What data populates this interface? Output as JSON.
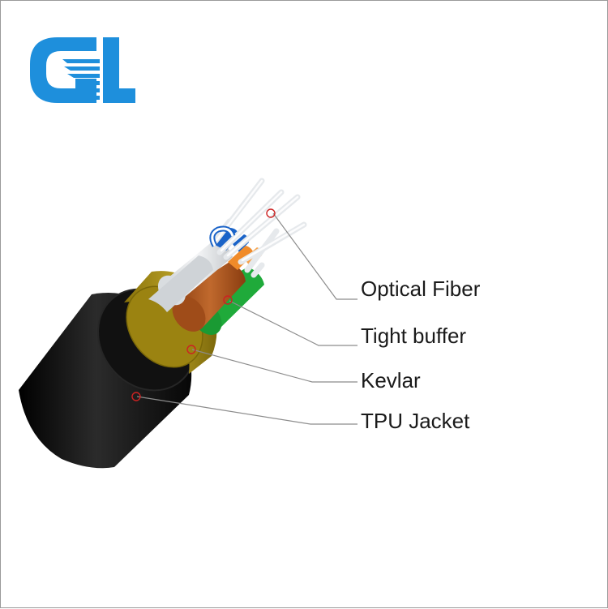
{
  "logo": {
    "name": "brand-logo",
    "colors": {
      "primary": "#1e8fdc"
    }
  },
  "callouts": [
    {
      "id": "optical-fiber",
      "label": "Optical Fiber"
    },
    {
      "id": "tight-buffer",
      "label": "Tight buffer"
    },
    {
      "id": "kevlar",
      "label": "Kevlar"
    },
    {
      "id": "tpu-jacket",
      "label": "TPU Jacket"
    }
  ],
  "colors": {
    "jacket": "#0f0f0f",
    "kevlar": "#9b8311",
    "buffer_brown": "#a95520",
    "buffer_green": "#1faa3a",
    "buffer_orange": "#f08b2a",
    "buffer_blue": "#1a63c8",
    "buffer_white": "#e3e6e8",
    "leader_line": "#8c8c8c",
    "marker": "#cc2222"
  }
}
